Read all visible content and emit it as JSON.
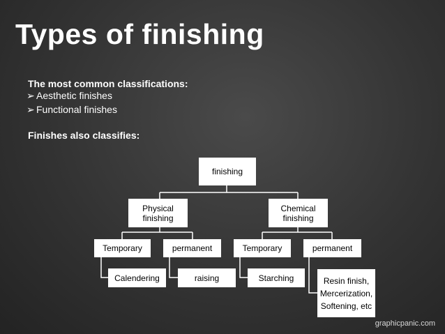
{
  "slide": {
    "title": "Types of finishing",
    "subtitle": "The most common classifications:",
    "bullets": [
      "Aesthetic finishes",
      "Functional finishes"
    ],
    "bullet_marker": "➢",
    "subtitle2": "Finishes also classifies:"
  },
  "diagram": {
    "root": "finishing",
    "physical": "Physical finishing",
    "chemical": "Chemical finishing",
    "phys_temporary": "Temporary",
    "phys_permanent": "permanent",
    "chem_temporary": "Temporary",
    "chem_permanent": "permanent",
    "calendering": "Calendering",
    "raising": "raising",
    "starching": "Starching",
    "resin": "Resin finish, Mercerization, Softening, etc"
  },
  "watermark": "graphicpanic.com",
  "colors": {
    "box": "#ffffff",
    "line": "#ffffff",
    "text": "#ffffff"
  }
}
